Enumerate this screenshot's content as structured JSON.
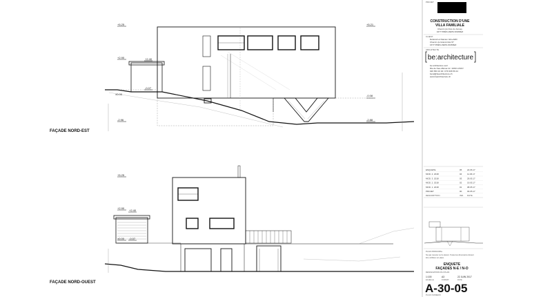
{
  "sheet": {
    "label_ne": "FAÇADE NORD-EST",
    "label_no": "FAÇADE NORD-OUEST"
  },
  "levels_ne": {
    "top_left": "+5.25",
    "top_right": "+5.21",
    "upper_left": "+2.90",
    "garage_top": "+2.40",
    "floor_right": "+0.38",
    "garage_floor": "-0.07",
    "ground_left": "±0.00",
    "ground_right": "-0.08",
    "bottom_left": "-2.96",
    "bottom_right": "-2.88"
  },
  "levels_no": {
    "top_left": "+5.25",
    "upper_left": "+2.90",
    "garage_top": "+2.40",
    "ground_left": "±0.00",
    "garage_floor": "-0.07"
  },
  "title_block": {
    "projet_label": "PROJET",
    "project_title_1": "CONSTRUCTION D'UNE",
    "project_title_2": "VILLA FAMILIALE",
    "project_sub_1": "Chemin du Clos du Jonvey",
    "project_sub_2": "1677 PRÉS-VERS-SIVIRIEZ",
    "client_label": "CLIENT",
    "client_1": "Deborah et Damien GILLARD",
    "client_2": "Chemin du Grand-Clos 57",
    "client_3": "1677 PRÉS-VERS-SIVIRIEZ",
    "architecte_label": "ARCHITECTE",
    "logo_text": "be:architecture",
    "arch_1": "be:architecture sarl",
    "arch_2": "Rte de Neu-d'Ensa 11 / 1690 LUSSY",
    "arch_3": "026 653 10 40 / 079 306 56 24",
    "arch_4": "beral@bearchitecture.ch",
    "arch_5": "www.bearchitecture.ch",
    "revisions": [
      {
        "desc": "ENQUETE",
        "ind": "05",
        "date": "22.06.17"
      },
      {
        "desc": "MOD. 4. 2018",
        "ind": "04",
        "date": "11.06.17"
      },
      {
        "desc": "MOD. 3. 2018",
        "ind": "03",
        "date": "29.05.17"
      },
      {
        "desc": "MOD. 2. 2018",
        "ind": "02",
        "date": "19.05.17"
      },
      {
        "desc": "MOD. 1. 2018",
        "ind": "01",
        "date": "08.05.17"
      },
      {
        "desc": "PROJET",
        "ind": "00",
        "date": "03.05.17"
      }
    ],
    "rev_head_desc": "DESCRIPTION",
    "rev_head_ind": "IND.",
    "rev_head_date": "DATE",
    "plan_principal": "PLAN PRINCIPAL",
    "note_1": "Ne pas mesurer sur le dessin. Toutes les dimensions doivent",
    "note_2": "être vérifiées sur place.",
    "phase": "ENQUETE",
    "plan_title": "FAÇADES N-E / N-O",
    "designation_label": "DESIGNATION DU PLAN",
    "scale": "1:100",
    "format": "A3",
    "date": "22 JUIN 2017",
    "scale_label": "ECHELLE",
    "format_label": "FORMAT",
    "date_label": "DATE",
    "plan_number": "A-30-05",
    "plan_number_label": "PLAN NUMERO"
  }
}
